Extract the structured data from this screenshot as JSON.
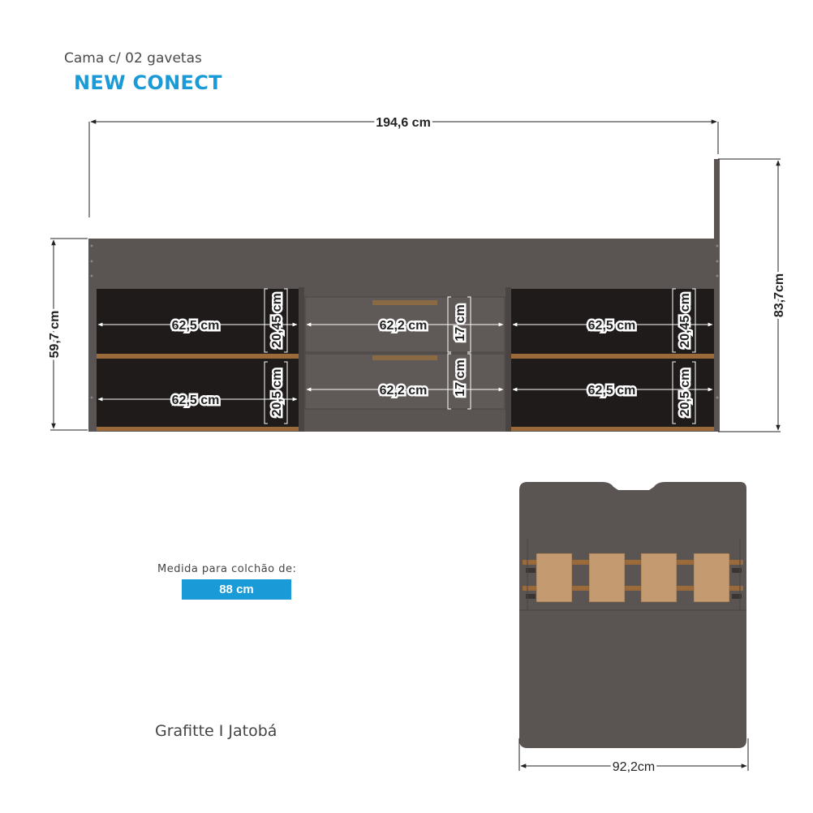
{
  "header": {
    "product_line": "Cama c/ 02 gavetas",
    "brand": "NEW CONECT"
  },
  "dimensions": {
    "overall_width": "194,6 cm",
    "overall_height": "83,7cm",
    "bed_height": "59,7 cm",
    "compartment_upper_left_width": "62,5 cm",
    "compartment_lower_left_width": "62,5 cm",
    "drawer_upper_width": "62,2 cm",
    "drawer_lower_width": "62,2 cm",
    "compartment_upper_right_width": "62,5 cm",
    "compartment_lower_right_width": "62,5 cm",
    "compartment_upper_left_height": "20,45 cm",
    "compartment_lower_left_height": "20,5 cm",
    "drawer_upper_height": "17 cm",
    "drawer_lower_height": "17 cm",
    "compartment_upper_right_height": "20,45 cm",
    "compartment_lower_right_height": "20,5 cm",
    "side_view_width": "92,2cm"
  },
  "mattress": {
    "caption": "Medida para colchão de:",
    "size": "88 cm"
  },
  "finish": "Grafitte I Jatobá",
  "colors": {
    "graphite": "#5a5553",
    "jatoba": "#9a6a3a",
    "interior": "#1e1b1a",
    "accent": "#1a9ad6"
  }
}
